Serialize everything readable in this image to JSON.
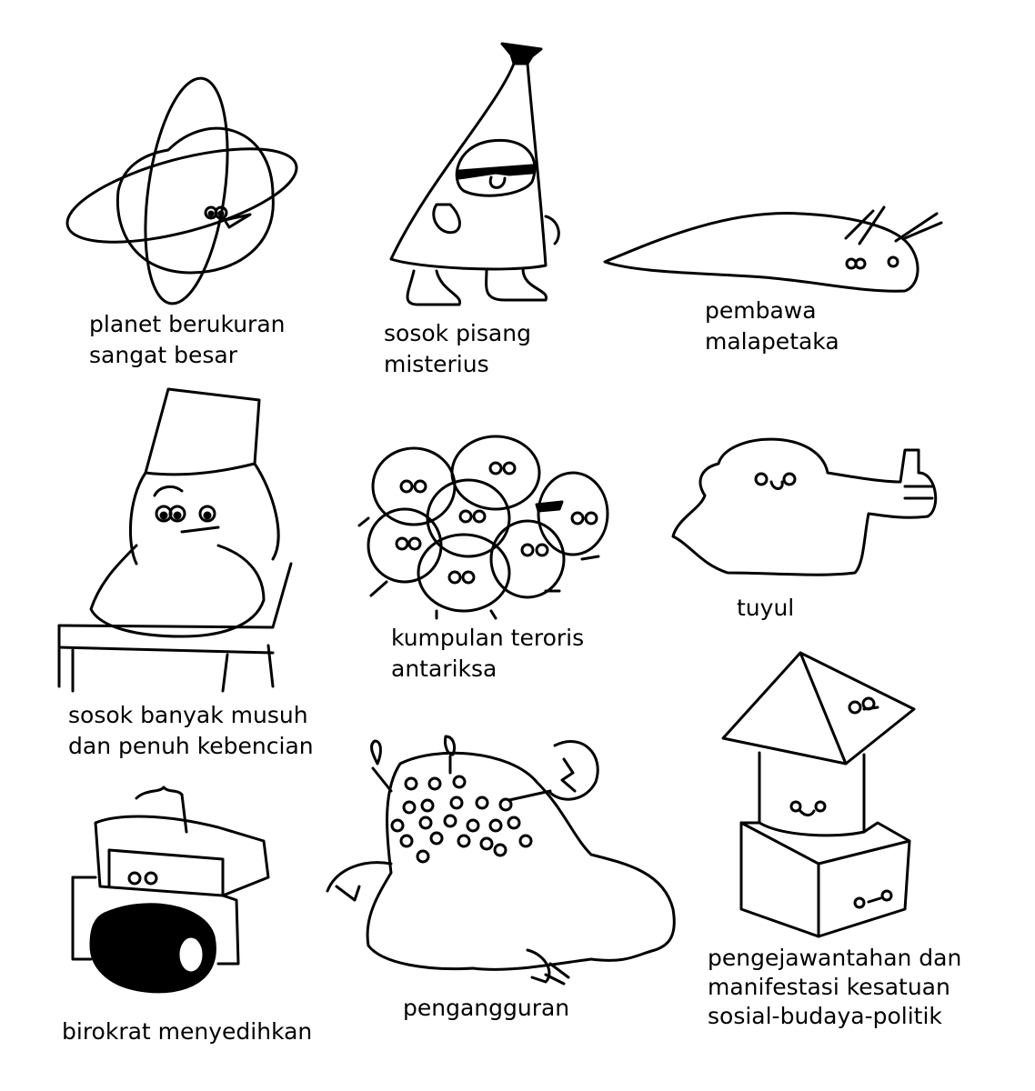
{
  "items": [
    {
      "lines": [
        "planet berukuran",
        "sangat besar"
      ]
    },
    {
      "lines": [
        "sosok pisang",
        "misterius"
      ]
    },
    {
      "lines": [
        "pembawa",
        "malapetaka"
      ]
    },
    {
      "lines": [
        "sosok banyak musuh",
        "dan penuh kebencian"
      ]
    },
    {
      "lines": [
        "kumpulan teroris",
        "antariksa"
      ]
    },
    {
      "lines": [
        "tuyul"
      ]
    },
    {
      "lines": [
        "birokrat menyedihkan"
      ]
    },
    {
      "lines": [
        "pengangguran"
      ]
    },
    {
      "lines": [
        "pengejawantahan dan",
        "manifestasi kesatuan",
        "sosial-budaya-politik"
      ]
    }
  ]
}
